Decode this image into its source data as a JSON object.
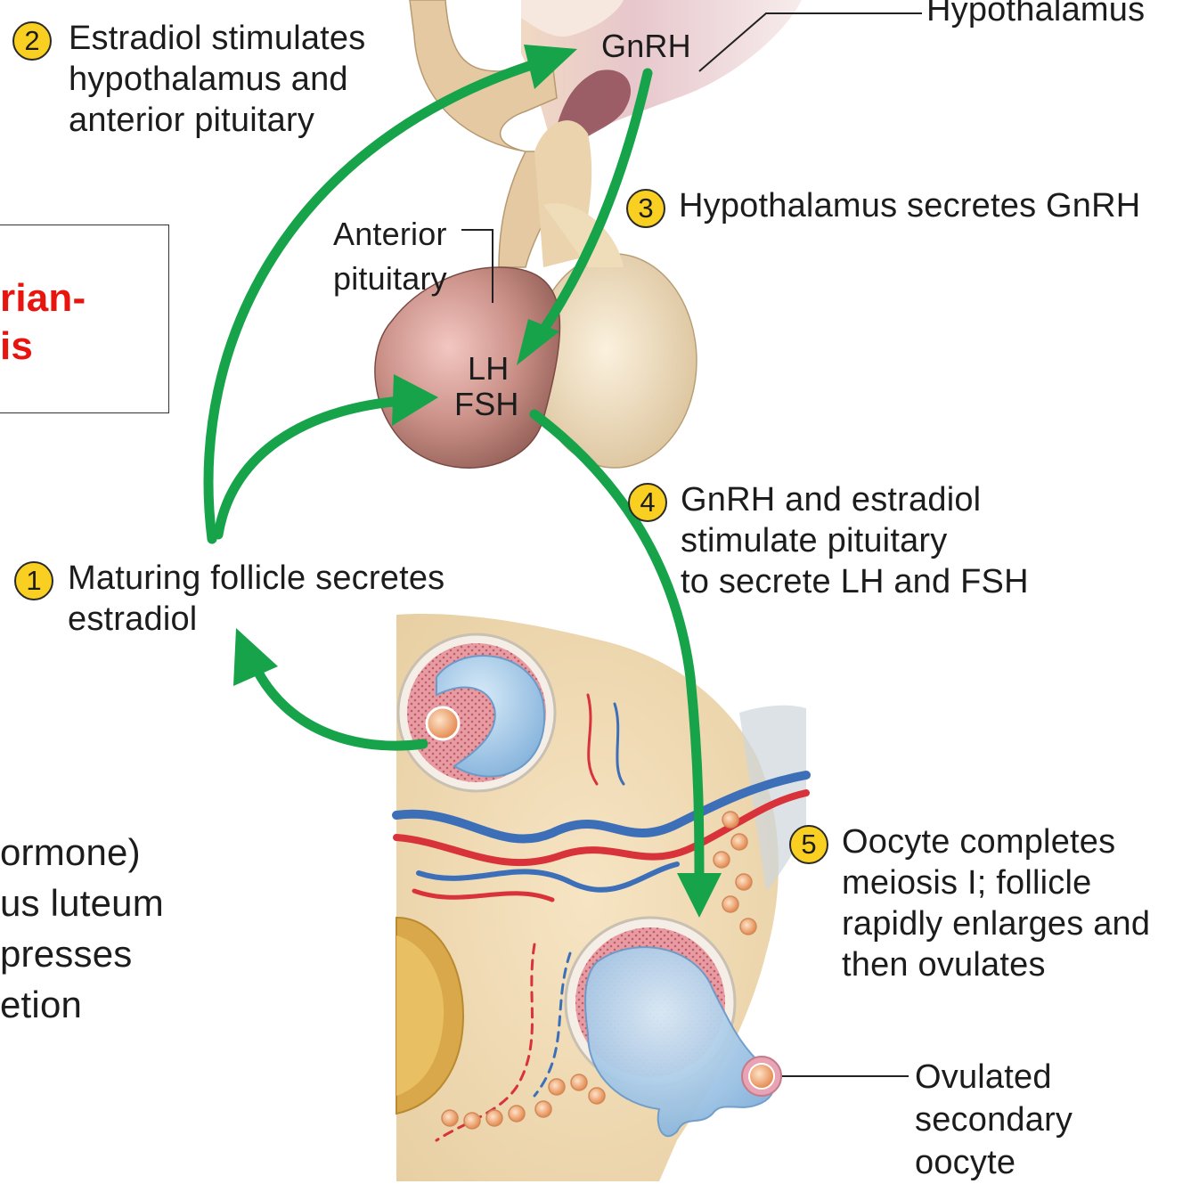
{
  "steps": [
    {
      "n": "1",
      "lines": [
        "Maturing follicle secretes",
        "estradiol"
      ]
    },
    {
      "n": "2",
      "lines": [
        "Estradiol stimulates",
        "hypothalamus and",
        "anterior pituitary"
      ]
    },
    {
      "n": "3",
      "lines": [
        "Hypothalamus secretes GnRH"
      ]
    },
    {
      "n": "4",
      "lines": [
        "GnRH and estradiol",
        "stimulate pituitary",
        "to secrete LH and FSH"
      ]
    },
    {
      "n": "5",
      "lines": [
        "Oocyte completes",
        "meiosis I; follicle",
        "rapidly enlarges and",
        "then ovulates"
      ]
    }
  ],
  "structure_labels": {
    "hypothalamus": "Hypothalamus",
    "gnrh": "GnRH",
    "anterior_pituitary": [
      "Anterior",
      "pituitary"
    ],
    "lh": "LH",
    "fsh": "FSH",
    "ovulated_oocyte": [
      "Ovulated",
      "secondary",
      "oocyte"
    ]
  },
  "cropped_left_text": {
    "boxed_red": [
      "rian-",
      "is"
    ],
    "lines": [
      "ormone)",
      "us luteum",
      "presses",
      "etion"
    ]
  },
  "colors": {
    "arrow": "#16a34a",
    "badge": "#f9cf22",
    "red_text": "#e8150f",
    "ovary": "#f1dcb2",
    "pituitary_anterior": "#b97d74",
    "pituitary_posterior": "#efdcb8",
    "follicle_fluid": "#a9cdea",
    "artery": "#d8333a",
    "vein": "#3d6fb8"
  }
}
